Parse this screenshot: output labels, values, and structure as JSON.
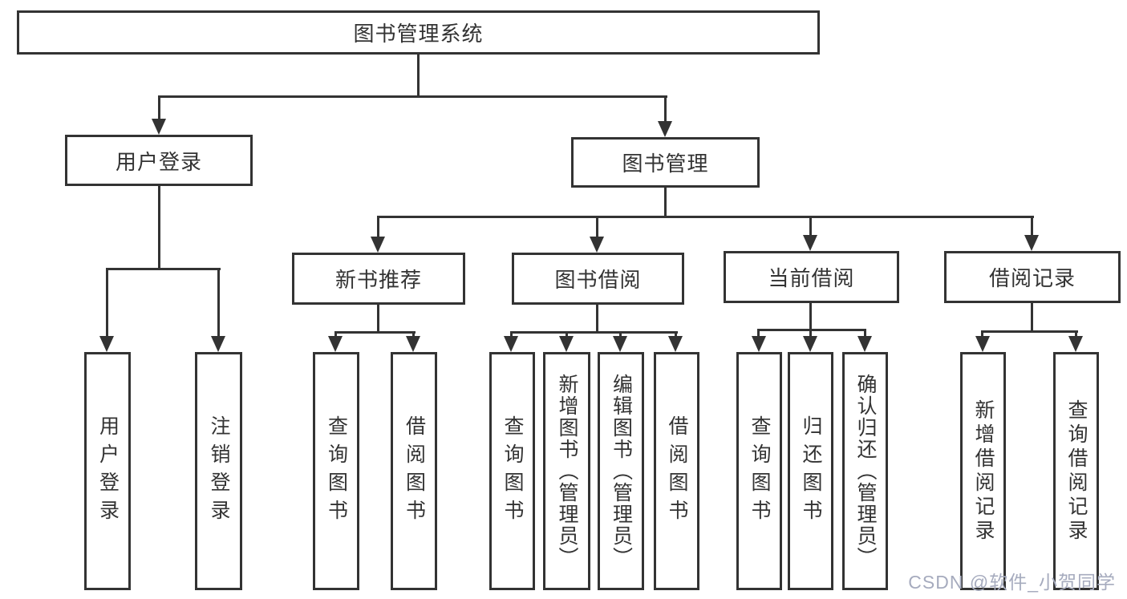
{
  "tree": {
    "label": "图书管理系统",
    "children": [
      {
        "label": "用户登录",
        "children": [
          {
            "label": "用户登录"
          },
          {
            "label": "注销登录"
          }
        ]
      },
      {
        "label": "图书管理",
        "children": [
          {
            "label": "新书推荐",
            "children": [
              {
                "label": "查询图书"
              },
              {
                "label": "借阅图书"
              }
            ]
          },
          {
            "label": "图书借阅",
            "children": [
              {
                "label": "查询图书"
              },
              {
                "label": "新增图书（管理员）"
              },
              {
                "label": "编辑图书（管理员）"
              },
              {
                "label": "借阅图书"
              }
            ]
          },
          {
            "label": "当前借阅",
            "children": [
              {
                "label": "查询图书"
              },
              {
                "label": "归还图书"
              },
              {
                "label": "确认归还（管理员）"
              }
            ]
          },
          {
            "label": "借阅记录",
            "children": [
              {
                "label": "新增借阅记录"
              },
              {
                "label": "查询借阅记录"
              }
            ]
          }
        ]
      }
    ]
  },
  "watermark": {
    "text": "CSDN @软件_小贺同学"
  },
  "colors": {
    "line": "#333333",
    "text": "#333333",
    "background": "#ffffff",
    "watermark": "#a6abbe"
  }
}
